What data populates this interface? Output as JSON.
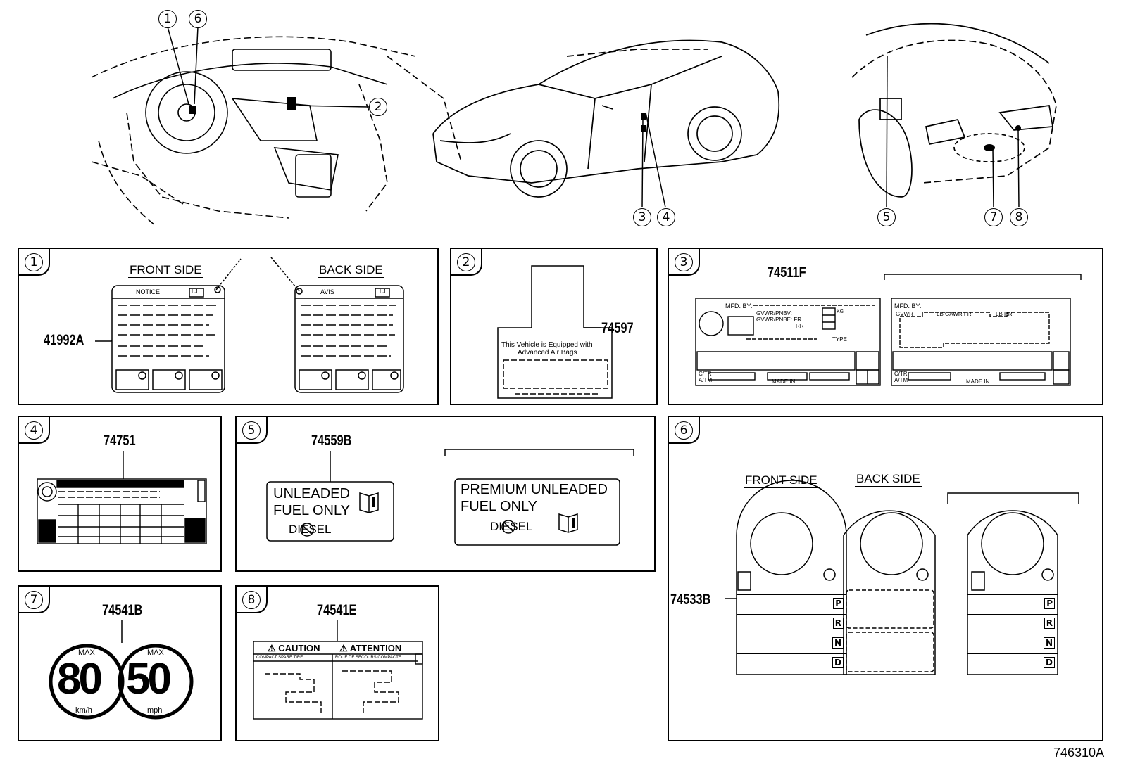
{
  "diagram_code": "746310A",
  "callouts": [
    "1",
    "2",
    "3",
    "4",
    "5",
    "6",
    "7",
    "8"
  ],
  "panels": {
    "p1": {
      "num": "1",
      "front_side": "FRONT SIDE",
      "back_side": "BACK SIDE",
      "part": "41992A",
      "front_tab": "NOTICE",
      "back_tab": "AVIS",
      "tab_code": "LJ"
    },
    "p2": {
      "num": "2",
      "part": "74597",
      "label_line1": "This Vehicle is Equipped with",
      "label_line2": "Advanced Air Bags"
    },
    "p3": {
      "num": "3",
      "part": "74511F",
      "mfd": "MFD. BY:",
      "gvwr": "GVWR/PNBV:",
      "gawr": "GVWR/PNBE: FR",
      "rr": "RR",
      "kg": "KG",
      "type": "TYPE",
      "ctr": "C/TR",
      "atm": "A/TM",
      "made_in": "MADE IN",
      "gvwr2": "GVWR",
      "lb_gawr_fr": "LB GAWR FR",
      "lb_rr": "LB RR"
    },
    "p4": {
      "num": "4",
      "part": "74751"
    },
    "p5": {
      "num": "5",
      "part": "74559B",
      "fuel1_line1": "UNLEADED",
      "fuel1_line2": "FUEL ONLY",
      "fuel2_line1": "PREMIUM UNLEADED",
      "fuel2_line2": "FUEL ONLY",
      "diesel": "DIESEL"
    },
    "p6": {
      "num": "6",
      "part": "74533B",
      "front_side": "FRONT SIDE",
      "back_side": "BACK SIDE",
      "gears": [
        "P",
        "R",
        "N",
        "D"
      ]
    },
    "p7": {
      "num": "7",
      "part": "74541B",
      "max": "MAX",
      "kmh_value": "80",
      "kmh_unit": "km/h",
      "mph_value": "50",
      "mph_unit": "mph"
    },
    "p8": {
      "num": "8",
      "part": "74541E",
      "caution": "CAUTION",
      "attention": "ATTENTION",
      "left_head": "COMPACT SPARE TIRE",
      "right_head": "ROUE DE SECOURS COMPACTE"
    }
  }
}
